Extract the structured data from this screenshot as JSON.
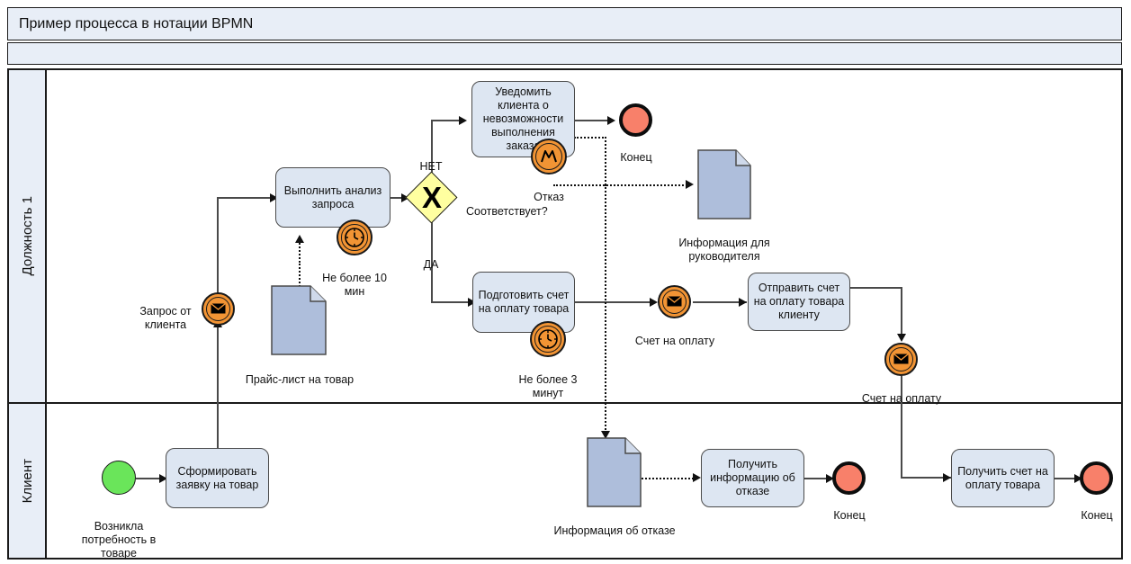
{
  "header": {
    "title": "Пример процесса в нотации BPMN"
  },
  "pool": {
    "lanes": [
      {
        "id": "lane-role",
        "label": "Должность 1"
      },
      {
        "id": "lane-client",
        "label": "Клиент"
      }
    ]
  },
  "colors": {
    "task_fill": "#dde6f2",
    "lane_header_fill": "#e8eef7",
    "gateway_fill": "#ffffa0",
    "start_event_fill": "#6ae55a",
    "end_event_fill": "#f8806a",
    "intermediate_event_fill": "#f29434",
    "data_object_fill": "#aebedb",
    "stroke": "#1a1a1a"
  },
  "diagram": {
    "type": "bpmn",
    "tasks": [
      {
        "id": "task-analyze",
        "label": "Выполнить анализ запроса",
        "lane": "lane-role"
      },
      {
        "id": "task-notify-client",
        "label": "Уведомить клиента о невозможности выполнения заказа",
        "lane": "lane-role"
      },
      {
        "id": "task-prepare-invoice",
        "label": "Подготовить счет на оплату товара",
        "lane": "lane-role"
      },
      {
        "id": "task-send-invoice",
        "label": "Отправить счет на оплату товара клиенту",
        "lane": "lane-role"
      },
      {
        "id": "task-create-request",
        "label": "Сформировать заявку на товар",
        "lane": "lane-client"
      },
      {
        "id": "task-get-rejection",
        "label": "Получить информацию об отказе",
        "lane": "lane-client"
      },
      {
        "id": "task-get-invoice",
        "label": "Получить счет на оплату товара",
        "lane": "lane-client"
      }
    ],
    "events": [
      {
        "id": "event-start-need",
        "kind": "start",
        "label": "Возникла потребность в товаре",
        "lane": "lane-client"
      },
      {
        "id": "event-msg-request",
        "kind": "message-catch",
        "label": "Запрос от клиента",
        "lane": "lane-role"
      },
      {
        "id": "event-timer-10min",
        "kind": "timer-boundary",
        "label": "Не более 10 мин",
        "lane": "lane-role"
      },
      {
        "id": "event-timer-3min",
        "kind": "timer-boundary",
        "label": "Не более 3 минут",
        "lane": "lane-role"
      },
      {
        "id": "event-escalation-reject",
        "kind": "escalation-boundary",
        "label": "Отказ",
        "lane": "lane-role"
      },
      {
        "id": "event-msg-invoice-mid",
        "kind": "message-throw",
        "label": "Счет на оплату",
        "lane": "lane-role"
      },
      {
        "id": "event-msg-invoice-send",
        "kind": "message-throw",
        "label": "Счет на оплату",
        "lane": "lane-role"
      },
      {
        "id": "event-end-reject",
        "kind": "end",
        "label": "Конец",
        "lane": "lane-role"
      },
      {
        "id": "event-end-client-reject",
        "kind": "end",
        "label": "Конец",
        "lane": "lane-client"
      },
      {
        "id": "event-end-client-invoice",
        "kind": "end",
        "label": "Конец",
        "lane": "lane-client"
      }
    ],
    "gateways": [
      {
        "id": "gateway-conforms",
        "kind": "exclusive",
        "marker": "X",
        "label": "Соответствует?",
        "lane": "lane-role"
      }
    ],
    "flow_labels": [
      {
        "id": "flow-label-no",
        "text": "НЕТ"
      },
      {
        "id": "flow-label-yes",
        "text": "ДА"
      }
    ],
    "data_objects": [
      {
        "id": "data-price-list",
        "label": "Прайс-лист на товар",
        "lane": "lane-role"
      },
      {
        "id": "data-manager-info",
        "label": "Информация для руководителя",
        "lane": "lane-role"
      },
      {
        "id": "data-rejection-info",
        "label": "Информация об отказе",
        "lane": "lane-client"
      }
    ]
  }
}
